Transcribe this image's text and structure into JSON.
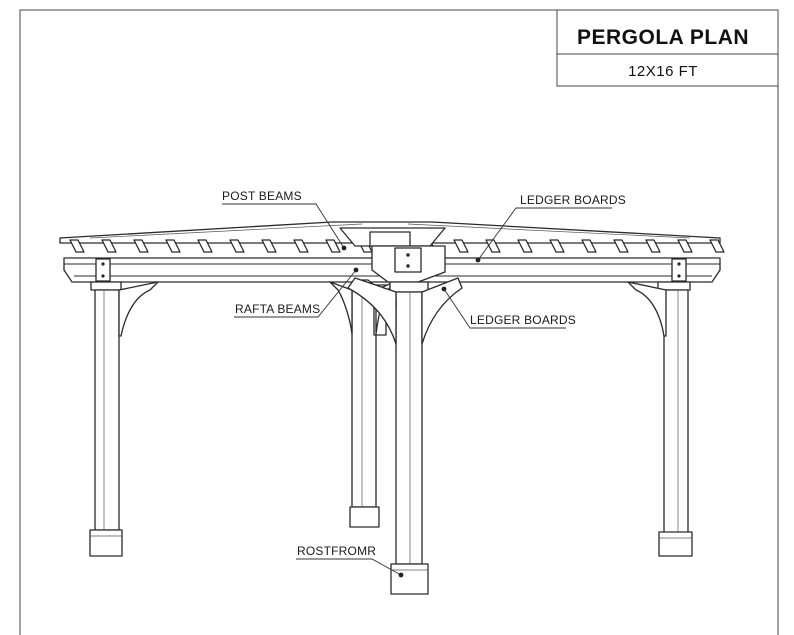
{
  "title_block": {
    "title": "PERGOLA PLAN",
    "subtitle": "12X16 FT"
  },
  "callouts": [
    {
      "id": "post-beams",
      "text": "POST BEAMS"
    },
    {
      "id": "ledger-boards-top",
      "text": "LEDGER BOARDS"
    },
    {
      "id": "rafta-beams",
      "text": "RAFTA BEAMS"
    },
    {
      "id": "ledger-boards-right",
      "text": "LEDGER BOARDS"
    },
    {
      "id": "rostfromr",
      "text": "ROSTFROMR"
    }
  ]
}
